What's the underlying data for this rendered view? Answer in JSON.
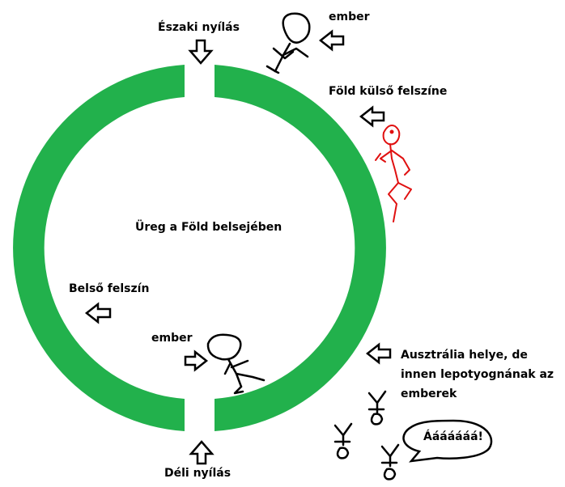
{
  "labels": {
    "north_opening": "Északi nyílás",
    "south_opening": "Déli nyílás",
    "man_top": "ember",
    "man_inner": "ember",
    "outer_surface": "Föld külső felszíne",
    "cavity": "Üreg a Föld belsejében",
    "inner_surface": "Belső felszín",
    "australia_line1": "Ausztrália helye, de",
    "australia_line2": "innen lepotyognának az",
    "australia_line3": "emberek",
    "scream": "Ááááááá!"
  },
  "colors": {
    "ring": "#22b14c",
    "stroke": "#000000",
    "red_figure": "#e01010",
    "background": "#ffffff"
  },
  "icons": {
    "arrow_down": "arrow-down-icon",
    "arrow_up": "arrow-up-icon",
    "arrow_left": "arrow-left-icon",
    "arrow_right": "arrow-right-icon",
    "stick_figure": "stick-figure-icon"
  }
}
